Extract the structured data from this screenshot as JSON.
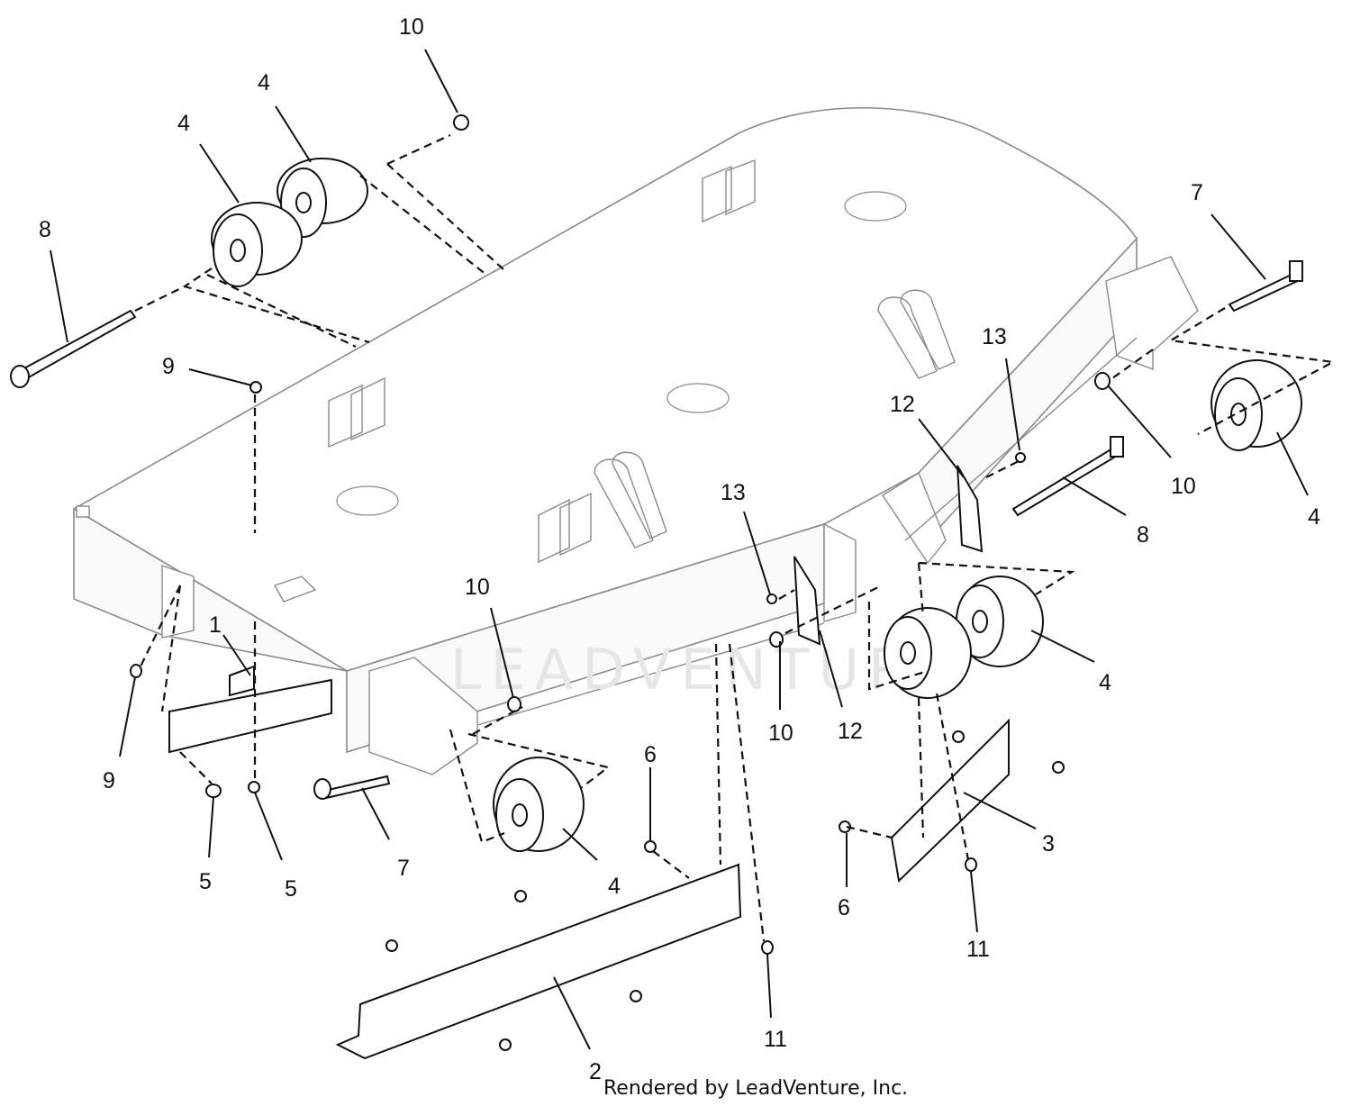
{
  "diagram": {
    "watermark": "LEADVENTURE",
    "callouts": [
      "1",
      "2",
      "3",
      "4",
      "5",
      "6",
      "7",
      "8",
      "9",
      "10",
      "11",
      "12",
      "13"
    ]
  },
  "footer": {
    "credit": "Rendered by LeadVenture, Inc."
  },
  "colors": {
    "ink": "#111111",
    "deck_outline": "#8a8a8a",
    "watermark": "#e6e6e6"
  }
}
